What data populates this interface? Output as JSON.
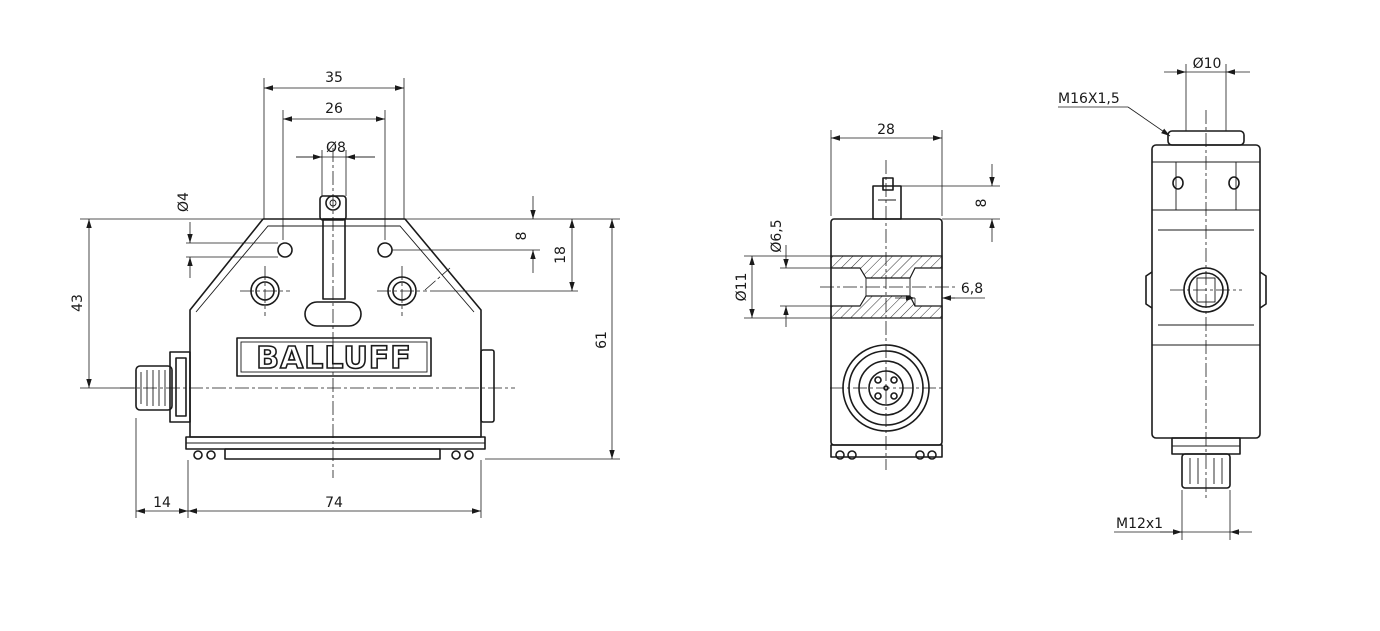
{
  "brand": "BALLUFF",
  "front_view": {
    "dims": {
      "width_top": "35",
      "width_holes": "26",
      "plunger_dia": "Ø8",
      "hole_dia": "Ø4",
      "h_8": "8",
      "h_18": "18",
      "h_43": "43",
      "h_61": "61",
      "connector_len": "14",
      "body_width": "74"
    }
  },
  "side_view": {
    "dims": {
      "width": "28",
      "plunger_height": "8",
      "bore_small": "Ø6,5",
      "bore_large": "Ø11",
      "counterbore_depth": "6,8"
    }
  },
  "end_view": {
    "dims": {
      "tip_dia": "Ø10",
      "thread_top": "M16X1,5",
      "thread_bottom": "M12x1"
    }
  }
}
